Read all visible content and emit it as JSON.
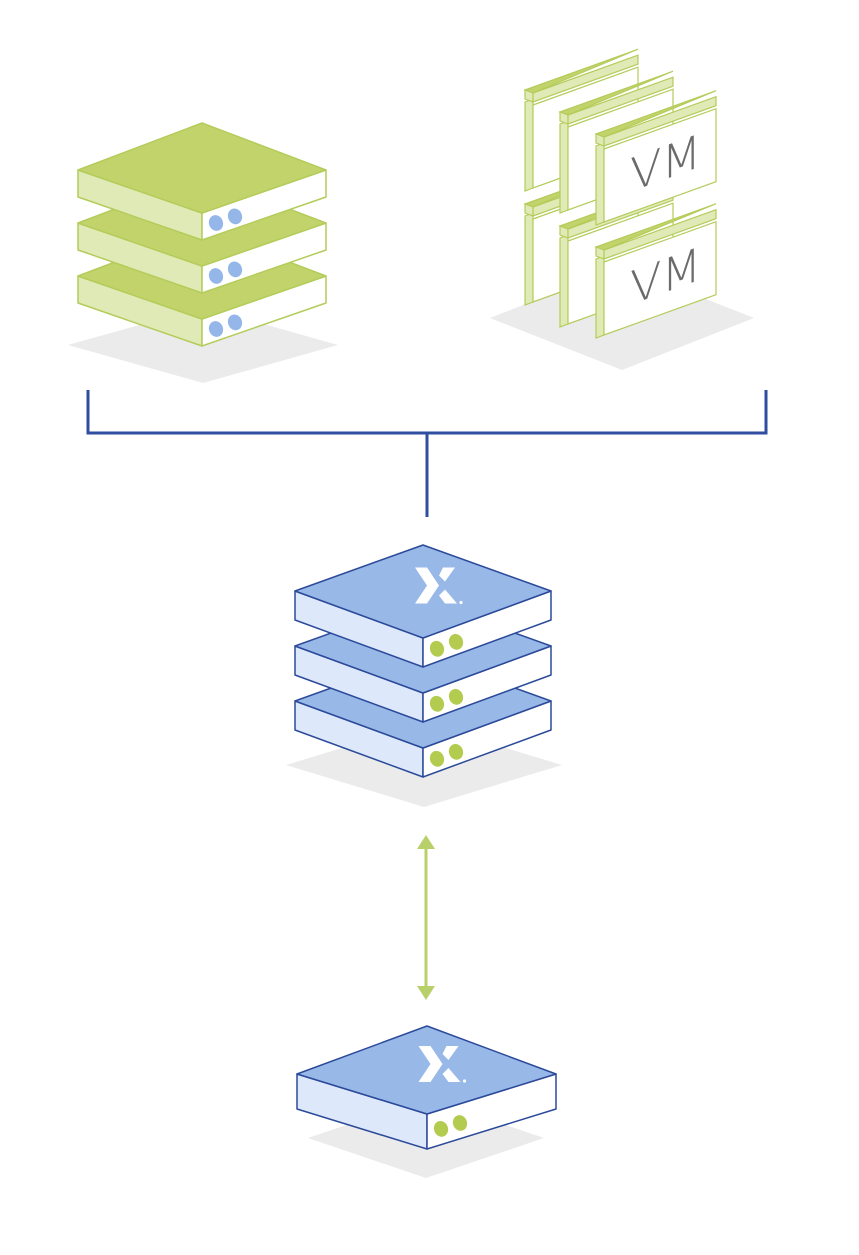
{
  "diagram": {
    "title": "",
    "colors": {
      "green_top": "#c3d36b",
      "green_side": "#e0eab7",
      "green_stroke": "#b3cc5a",
      "blue_top": "#98b8e8",
      "blue_side": "#dde9fb",
      "blue_stroke": "#2c4a9a",
      "led_blue": "#94b6e8",
      "led_green": "#b3cc50",
      "connector": "#2f4ea0",
      "arrow": "#b9d06a",
      "shadow": "#ebebeb",
      "vm_text": "#6b6b6b"
    },
    "nodes": [
      {
        "id": "physical-servers",
        "kind": "server-stack",
        "units": 3,
        "theme": "green"
      },
      {
        "id": "virtual-machines",
        "kind": "vm-stack",
        "labels": [
          "VM",
          "VM"
        ]
      },
      {
        "id": "nutanix-cluster",
        "kind": "server-stack",
        "units": 3,
        "theme": "blue",
        "logo": "X"
      },
      {
        "id": "nutanix-node",
        "kind": "server-stack",
        "units": 1,
        "theme": "blue",
        "logo": "X"
      }
    ],
    "edges": [
      {
        "from": "physical-servers",
        "to": "nutanix-cluster",
        "style": "bracket"
      },
      {
        "from": "virtual-machines",
        "to": "nutanix-cluster",
        "style": "bracket"
      },
      {
        "from": "nutanix-cluster",
        "to": "nutanix-node",
        "style": "bidirectional-arrow"
      }
    ],
    "vm_labels": [
      "VM",
      "VM"
    ],
    "logo_glyph": "X"
  }
}
